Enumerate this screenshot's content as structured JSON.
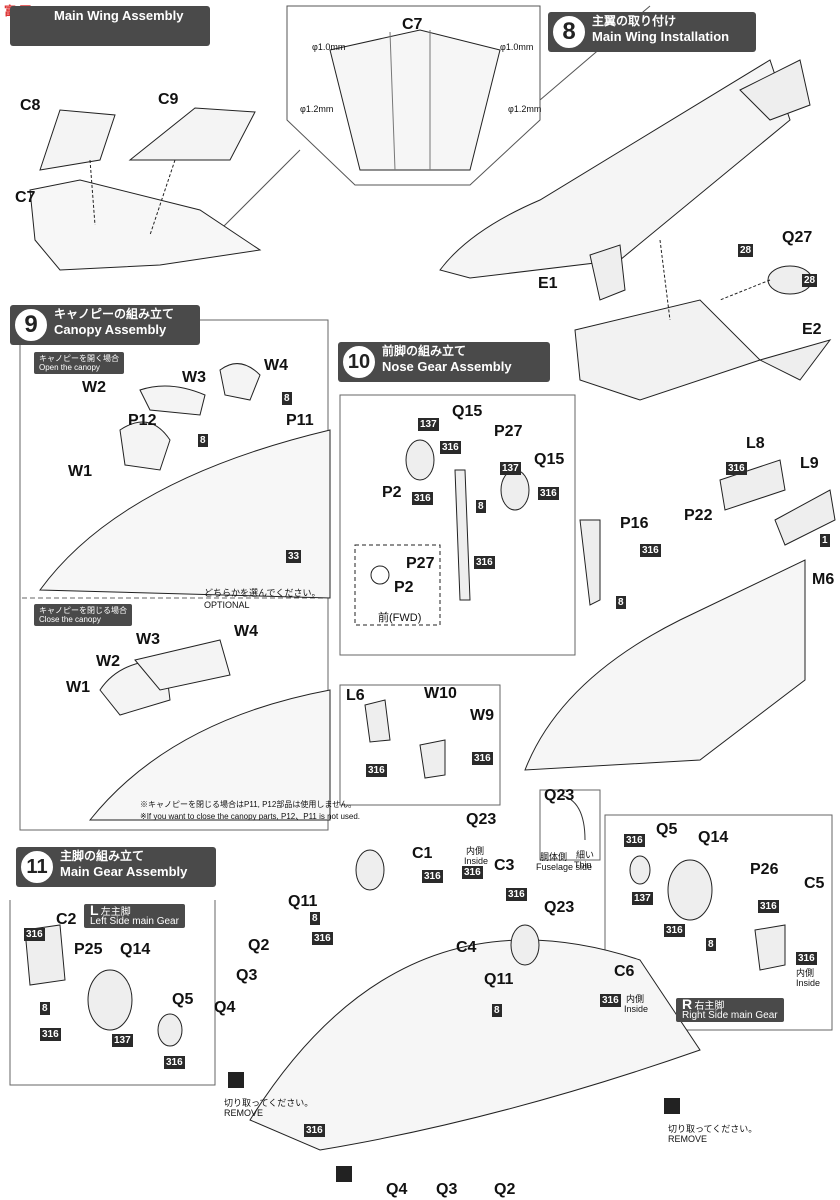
{
  "watermark": "富 网 TOYSEARCH",
  "steps": [
    {
      "num": "",
      "jp": "",
      "en": "Main Wing Assembly"
    },
    {
      "num": "8",
      "jp": "主翼の取り付け",
      "en": "Main Wing Installation"
    },
    {
      "num": "9",
      "jp": "キャノピーの組み立て",
      "en": "Canopy Assembly"
    },
    {
      "num": "10",
      "jp": "前脚の組み立て",
      "en": "Nose Gear Assembly"
    },
    {
      "num": "11",
      "jp": "主脚の組み立て",
      "en": "Main Gear Assembly"
    }
  ],
  "detail_box": {
    "part": "C7",
    "drill_small": "φ1.0mm",
    "drill_large": "φ1.2mm"
  },
  "wing_parts": [
    "C8",
    "C9",
    "C7"
  ],
  "install_parts": [
    "E1",
    "Q27",
    "E2"
  ],
  "paint_codes": {
    "c316": "316",
    "c137": "137",
    "c8": "8",
    "c28": "28",
    "c33": "33",
    "c1": "1"
  },
  "canopy": {
    "open_jp": "キャノピーを開く場合",
    "open_en": "Open the canopy",
    "close_jp": "キャノピーを閉じる場合",
    "close_en": "Close the canopy",
    "optional_jp": "どちらかを選んでください。",
    "optional_en": "OPTIONAL",
    "note_jp": "※キャノピーを閉じる場合はP11, P12部品は使用しません。",
    "note_en": "※If you want to close the canopy parts, P12、P11 is not used.",
    "parts": [
      "W4",
      "W3",
      "W2",
      "P12",
      "P11",
      "W1"
    ]
  },
  "nose_gear": {
    "parts": [
      "Q15",
      "P27",
      "P2"
    ],
    "fwd": "前(FWD)",
    "subparts": [
      "L6",
      "W10",
      "W9"
    ]
  },
  "right_parts": [
    "L8",
    "L9",
    "P16",
    "P22",
    "M6"
  ],
  "q23": {
    "label": "Q23",
    "fuselage_jp": "胴体側",
    "fuselage_en": "Fuselage side",
    "thin_jp": "細い",
    "thin_en": "Thin"
  },
  "main_gear": {
    "left_letter": "L",
    "left_jp": "左主脚",
    "left_en": "Left Side main Gear",
    "right_letter": "R",
    "right_jp": "右主脚",
    "right_en": "Right Side main Gear",
    "left_parts": [
      "C2",
      "P25",
      "Q14",
      "Q5"
    ],
    "right_parts": [
      "Q5",
      "Q14",
      "P26",
      "C5"
    ],
    "center_parts": [
      "C1",
      "C3",
      "Q11",
      "C4",
      "C6",
      "Q2",
      "Q3",
      "Q4"
    ],
    "inside_jp": "内側",
    "inside_en": "Inside",
    "remove_jp": "切り取ってください。",
    "remove_en": "REMOVE"
  }
}
